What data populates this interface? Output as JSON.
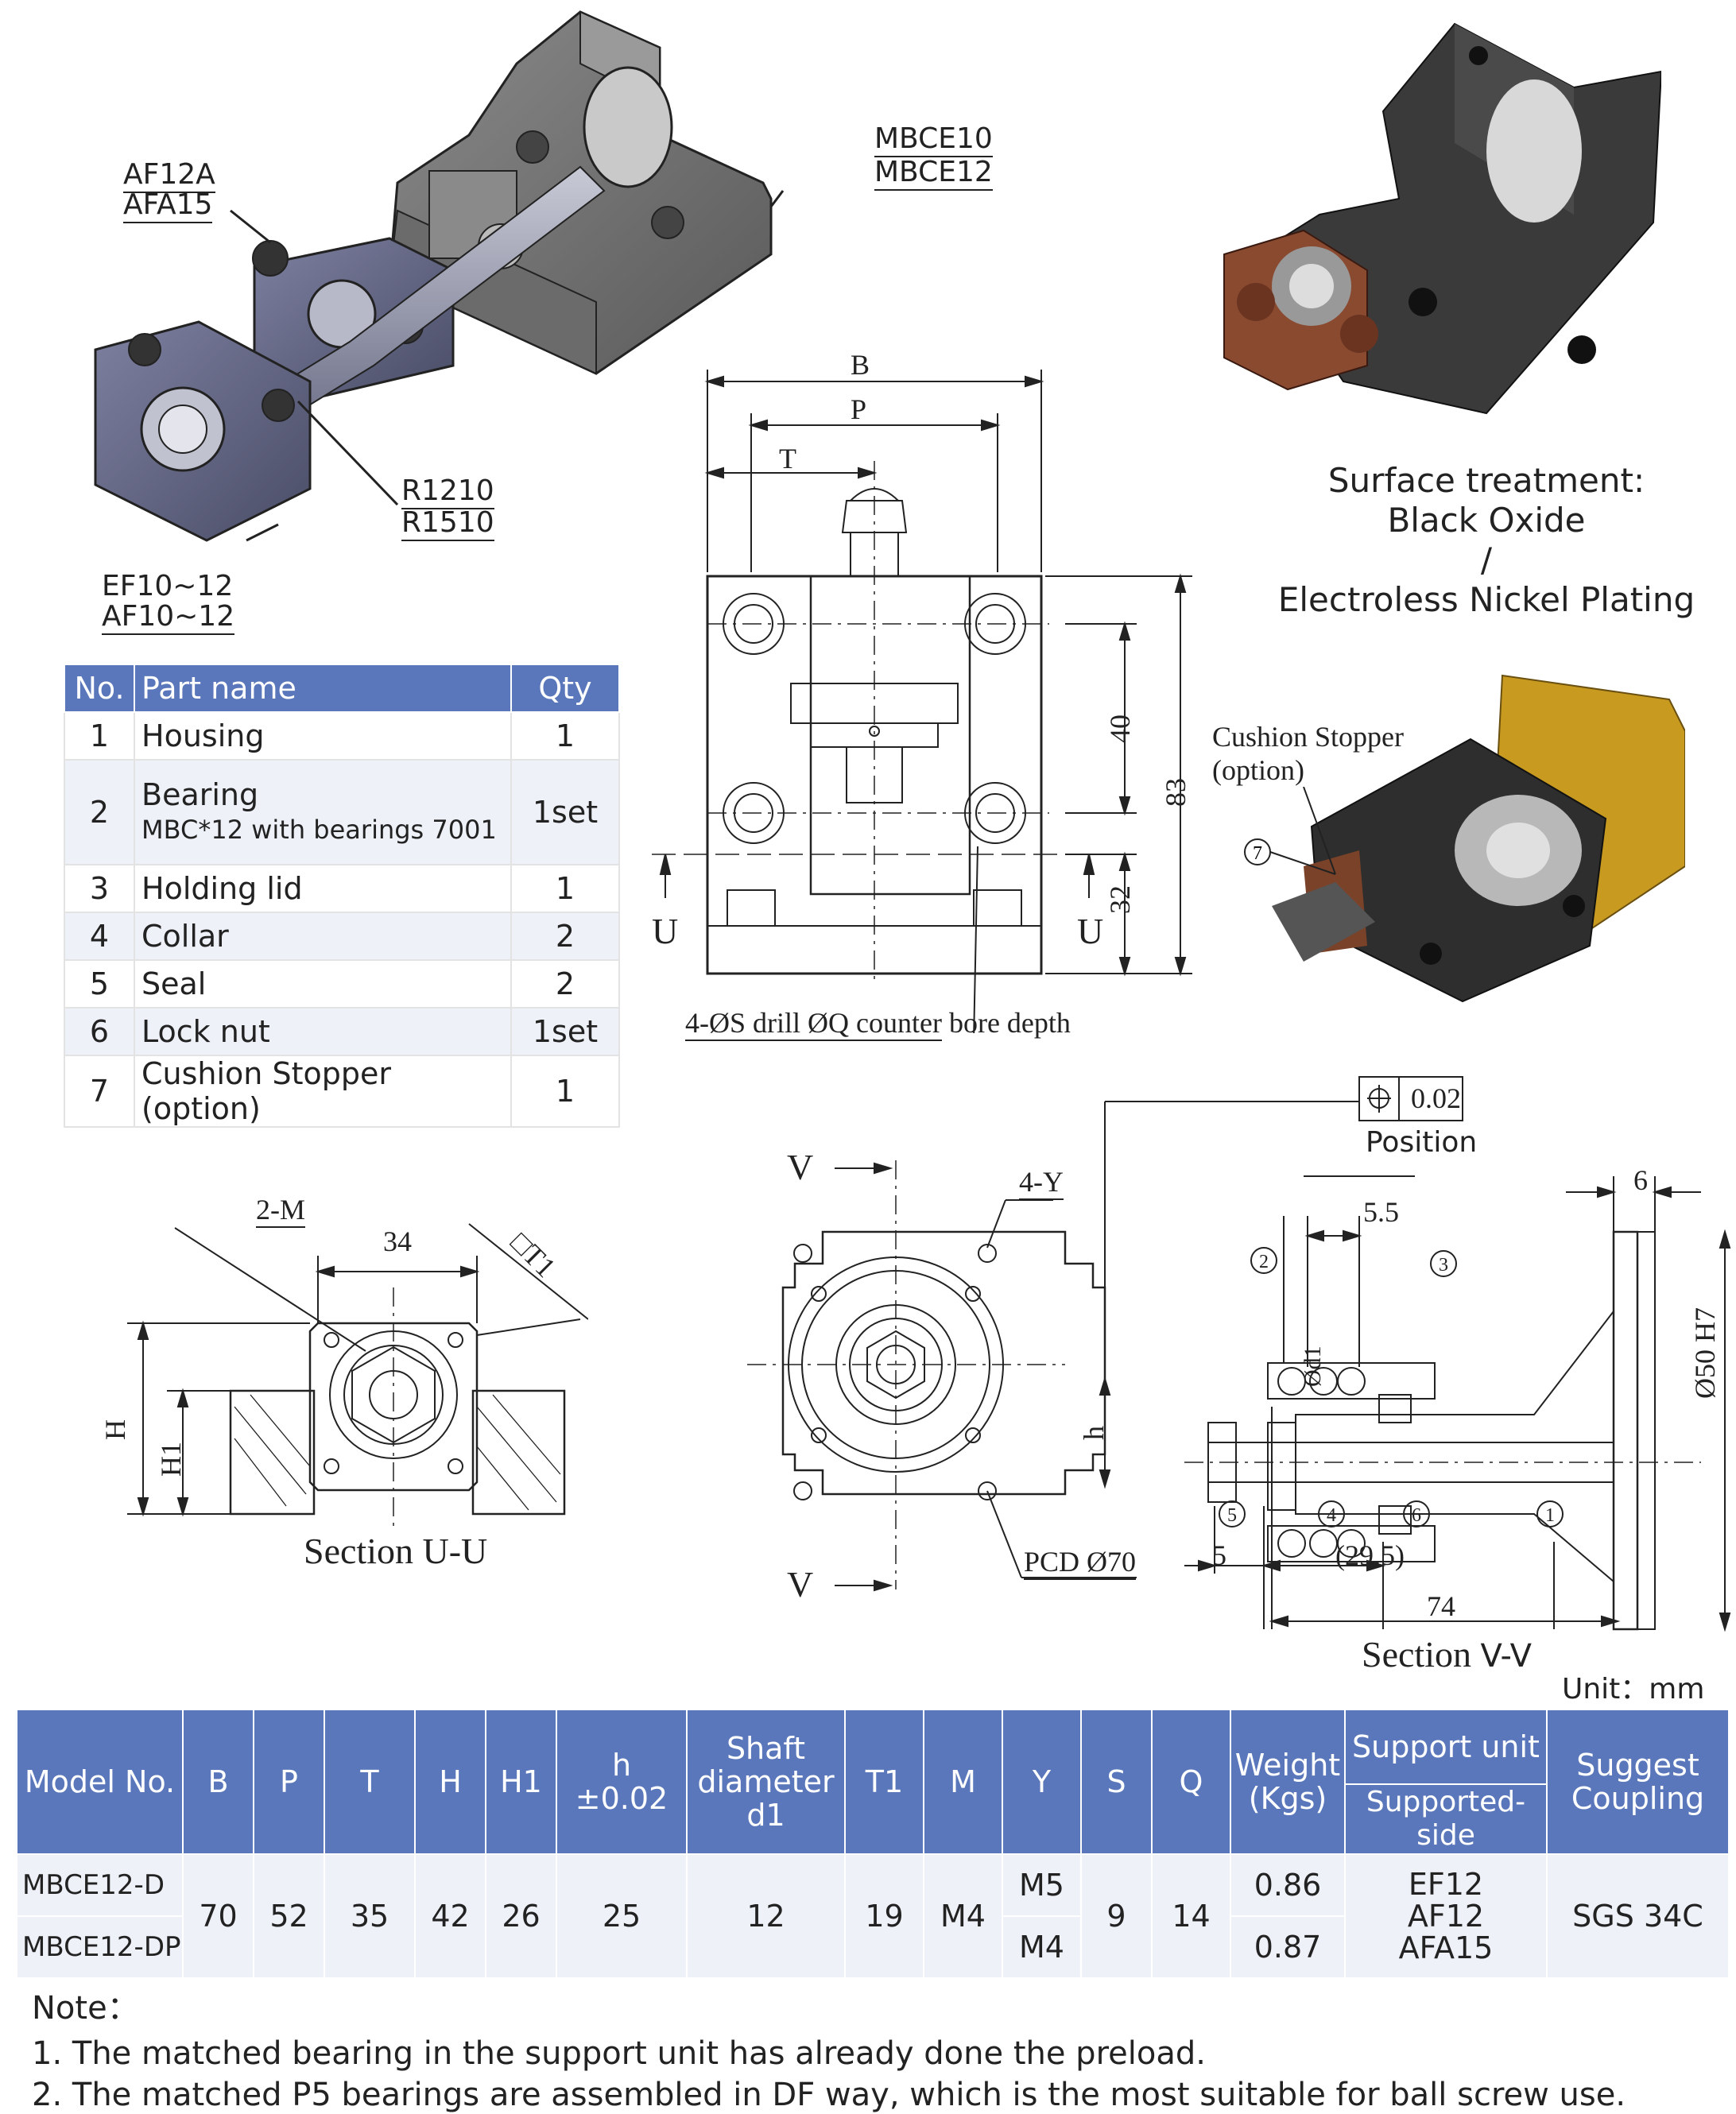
{
  "callouts": {
    "af12a": "AF12A",
    "afa15": "AFA15",
    "mbce10": "MBCE10",
    "mbce12": "MBCE12",
    "r1210": "R1210",
    "r1510": "R1510",
    "ef10_12": "EF10~12",
    "af10_12": "AF10~12",
    "cushion_stopper": "Cushion Stopper",
    "cushion_option": "(option)"
  },
  "surface": {
    "line1": "Surface treatment:",
    "line2": "Black Oxide",
    "line3": "/",
    "line4": "Electroless Nickel Plating"
  },
  "parts_table": {
    "headers": [
      "No.",
      "Part name",
      "Qty"
    ],
    "rows": [
      {
        "no": "1",
        "name": "Housing",
        "sub": "",
        "qty": "1"
      },
      {
        "no": "2",
        "name": "Bearing",
        "sub": "MBC*12 with bearings 7001",
        "qty": "1set"
      },
      {
        "no": "3",
        "name": "Holding lid",
        "sub": "",
        "qty": "1"
      },
      {
        "no": "4",
        "name": "Collar",
        "sub": "",
        "qty": "2"
      },
      {
        "no": "5",
        "name": "Seal",
        "sub": "",
        "qty": "2"
      },
      {
        "no": "6",
        "name": "Lock nut",
        "sub": "",
        "qty": "1set"
      },
      {
        "no": "7",
        "name": "Cushion Stopper (option)",
        "sub": "",
        "qty": "1"
      }
    ]
  },
  "front_view": {
    "B": "B",
    "P": "P",
    "T": "T",
    "d40": "40",
    "d83": "83",
    "d32": "32",
    "U": "U",
    "drill_a": "4-ØS drill ØQ counter",
    "drill_b": "bore depth"
  },
  "section_u": {
    "m": "2-M",
    "d34": "34",
    "t1": "□T1",
    "H": "H",
    "H1": "H1",
    "caption": "Section U-U"
  },
  "mid_view": {
    "V": "V",
    "y": "4-Y",
    "pcd": "PCD  Ø70"
  },
  "section_v": {
    "tol": "0.02",
    "position": "Position",
    "d6": "6",
    "d55": "5.5",
    "dia50": "Ø50  H7",
    "d1": "Ød1",
    "h": "h",
    "d5": "5",
    "d295": "(29.5)",
    "d74": "74",
    "caption_a": "Section ",
    "caption_b": "V-V",
    "balloons": [
      "1",
      "2",
      "3",
      "4",
      "5",
      "6",
      "7"
    ]
  },
  "unit": "Unit：mm",
  "spec_table": {
    "headers": {
      "model": "Model No.",
      "B": "B",
      "P": "P",
      "T": "T",
      "H": "H",
      "H1": "H1",
      "h_a": "h",
      "h_b": "±0.02",
      "shaft_a": "Shaft",
      "shaft_b": "diameter",
      "shaft_c": "d1",
      "T1": "T1",
      "M": "M",
      "Y": "Y",
      "S": "S",
      "Q": "Q",
      "weight_a": "Weight",
      "weight_b": "(Kgs)",
      "support": "Support unit",
      "supported": "Supported-side",
      "coupling_a": "Suggest",
      "coupling_b": "Coupling"
    },
    "rows": [
      {
        "model": "MBCE12-D",
        "Y": "M5",
        "weight": "0.86"
      },
      {
        "model": "MBCE12-DP",
        "Y": "M4",
        "weight": "0.87"
      }
    ],
    "shared": {
      "B": "70",
      "P": "52",
      "T": "35",
      "H": "42",
      "H1": "26",
      "h": "25",
      "d1": "12",
      "T1": "19",
      "M": "M4",
      "S": "9",
      "Q": "14",
      "support": [
        "EF12",
        "AF12",
        "AFA15"
      ],
      "coupling": "SGS 34C"
    }
  },
  "notes": {
    "title": "Note：",
    "items": [
      "1. The matched bearing in the support unit has already done the preload.",
      "2. The matched P5 bearings are assembled in DF way, which is the most suitable for ball screw use."
    ]
  }
}
